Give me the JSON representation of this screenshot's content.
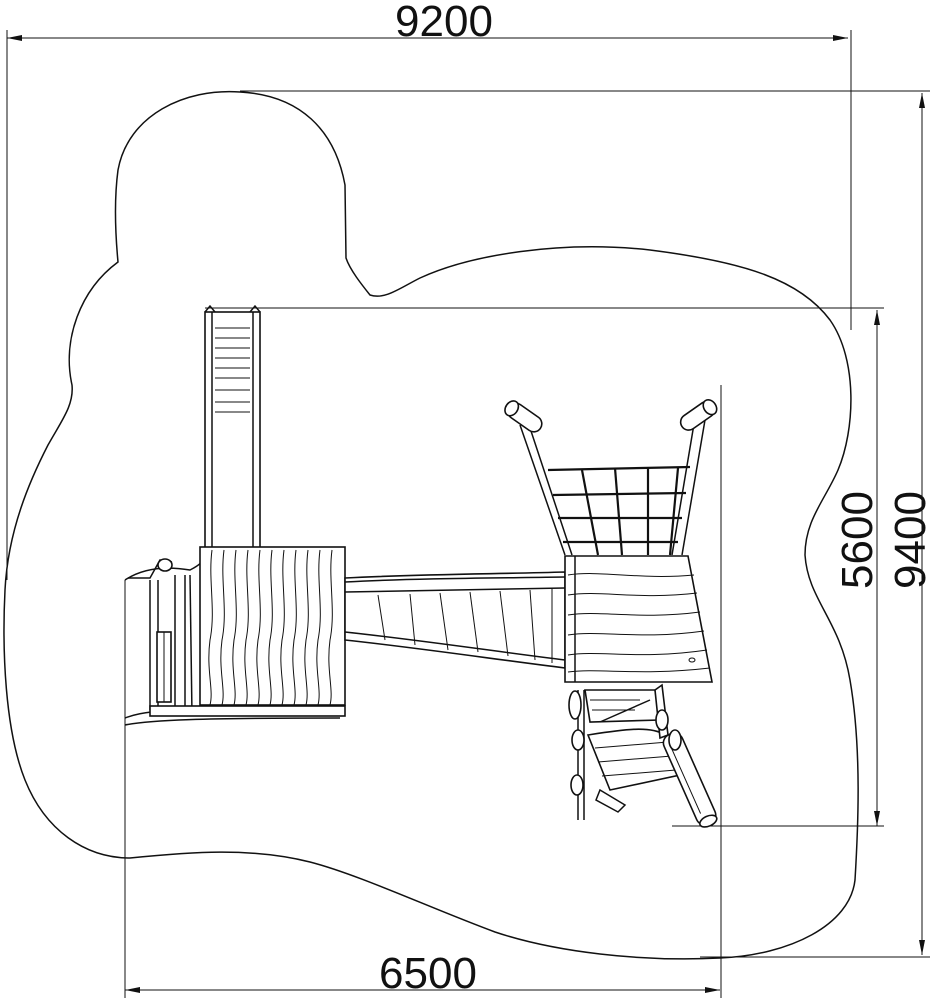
{
  "dimensions": {
    "total_width": "9200",
    "structure_width": "6500",
    "structure_depth": "5600",
    "total_depth": "9400"
  }
}
